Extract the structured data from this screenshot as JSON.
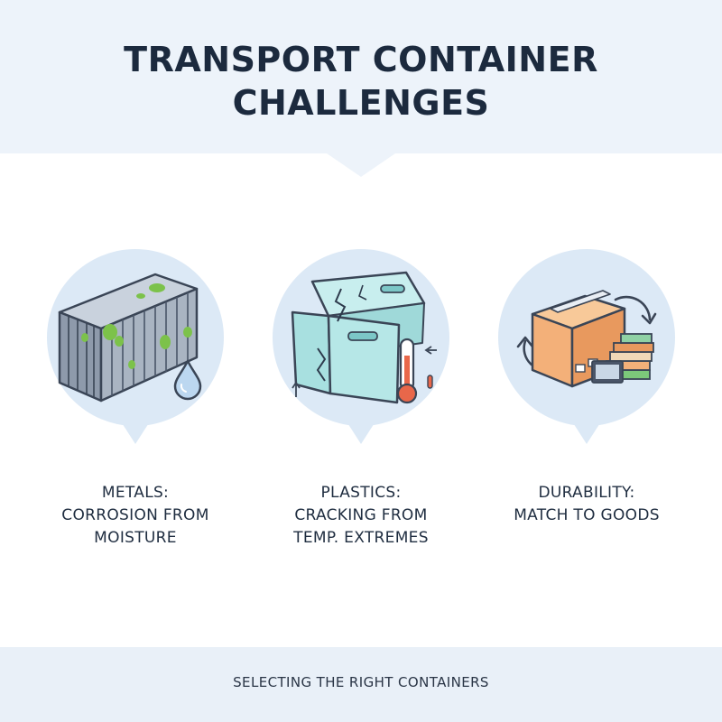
{
  "title": {
    "line1": "TRANSPORT CONTAINER",
    "line2": "CHALLENGES"
  },
  "cards": [
    {
      "icon": "corroded-shipping-container-icon",
      "lines": [
        "METALS:",
        "CORROSION FROM",
        "MOISTURE"
      ]
    },
    {
      "icon": "cracked-plastic-crate-icon",
      "lines": [
        "PLASTICS:",
        "CRACKING FROM",
        "TEMP. EXTREMES"
      ]
    },
    {
      "icon": "box-and-goods-match-icon",
      "lines": [
        "DURABILITY:",
        "MATCH TO GOODS"
      ]
    }
  ],
  "footer": {
    "text": "SELECTING THE RIGHT CONTAINERS"
  },
  "colors": {
    "header_bg": "#edf3fa",
    "circle_bg": "#dce9f6",
    "text": "#1c2a3e",
    "rust_green": "#7cc24a",
    "plastic_teal": "#a8e0e0",
    "box_orange": "#f3b079"
  }
}
